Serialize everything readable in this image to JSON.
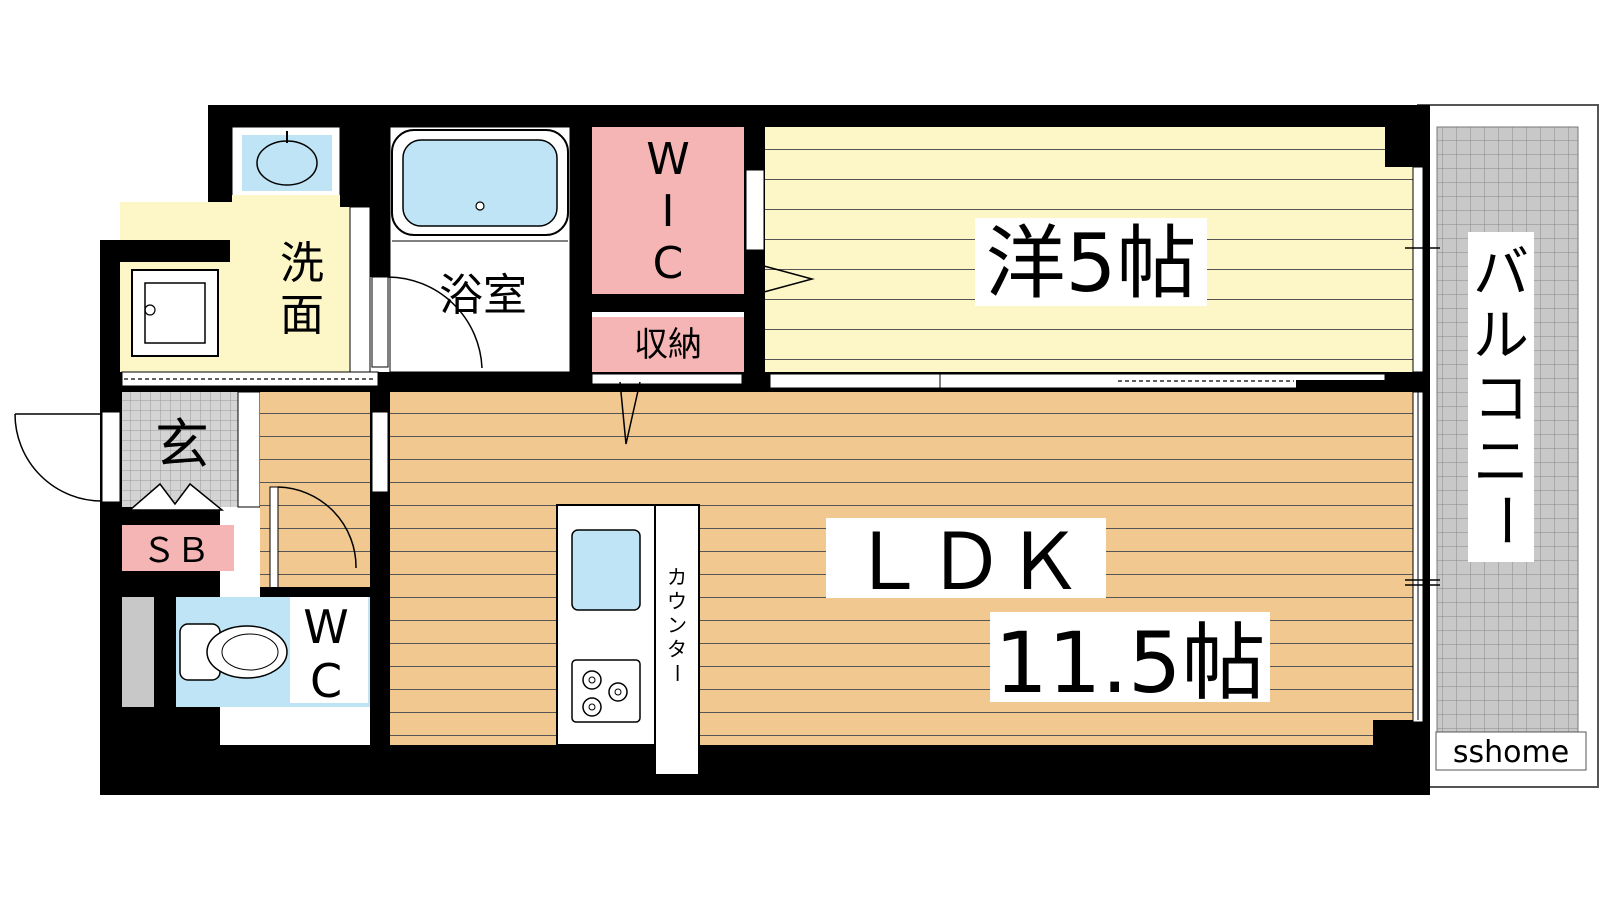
{
  "rooms": {
    "western": "洋5帖",
    "ldk_name": "ＬＤＫ",
    "ldk_size": "11.5帖",
    "wic_letters": [
      "W",
      "I",
      "C"
    ],
    "storage": "収納",
    "bath": "浴室",
    "washroom_chars": [
      "洗",
      "面"
    ],
    "entrance": "玄",
    "shoe_box": "ＳＢ",
    "toilet_chars": [
      "W",
      "C"
    ],
    "counter_chars": [
      "カ",
      "ウ",
      "ン",
      "タ",
      "ー"
    ],
    "balcony_chars": [
      "バ",
      "ル",
      "コ",
      "ニ",
      "ー"
    ]
  },
  "watermark": "sshome",
  "colors": {
    "wall": "#000000",
    "western_floor": "#fdf7c8",
    "ldk_floor": "#f0c890",
    "wic_fill": "#f5b5b5",
    "wet_area": "#bfe4f5",
    "balcony": "#c8c8c8",
    "washroom_floor": "#fdf7c8"
  }
}
